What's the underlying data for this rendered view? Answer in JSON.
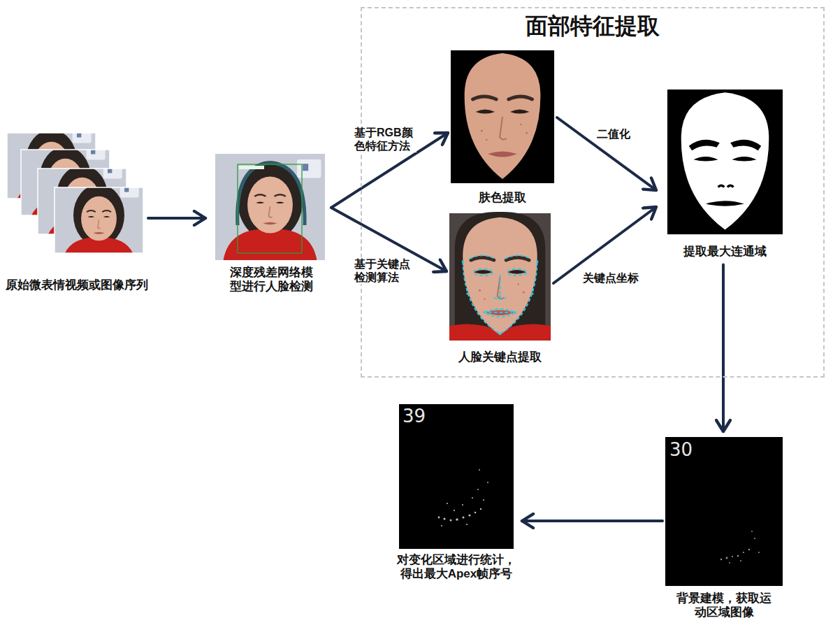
{
  "diagram": {
    "nodes": [
      {
        "text": [
          "原始微表情视频或图像序列"
        ]
      },
      {
        "text": [
          "深度残差网络模型进行人脸检测"
        ]
      },
      {
        "text": [
          "面部特征提取"
        ]
      },
      {
        "text": [
          "肤色提取"
        ],
        "in": 2
      },
      {
        "text": [
          "人脸关键点提取"
        ],
        "in": 2
      },
      {
        "text": [
          "提取最大连通域"
        ],
        "in": 2
      },
      {
        "text": [
          "背景建模，获取运动区域图像"
        ]
      },
      {
        "text": [
          "对变化区域进行统计， 得出最大Apex帧序号"
        ]
      }
    ],
    "edges": [
      {
        "from": 0,
        "to": 1,
        "arrow": "to"
      },
      {
        "from": 1,
        "to": 3,
        "label": "基于RGB颜色特征方法",
        "arrow": "to"
      },
      {
        "from": 1,
        "to": 4,
        "label": "基于关键点检测算法",
        "arrow": "to"
      },
      {
        "from": 3,
        "to": 5,
        "label": "二值化",
        "arrow": "to"
      },
      {
        "from": 4,
        "to": 5,
        "label": "关键点坐标",
        "arrow": "to"
      },
      {
        "from": 5,
        "to": 6,
        "arrow": "to"
      },
      {
        "from": 6,
        "to": 7,
        "arrow": "to"
      }
    ],
    "labels": [
      "39",
      "30"
    ]
  }
}
